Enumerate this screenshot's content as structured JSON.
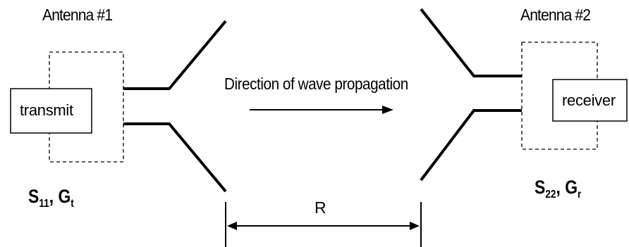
{
  "antenna1": {
    "title": "Antenna #1",
    "box_label": "transmit",
    "param": {
      "s": "S",
      "s_sub": "11",
      "sep": ", G",
      "g_sub": "t"
    }
  },
  "antenna2": {
    "title": "Antenna #2",
    "box_label": "receiver",
    "param": {
      "s": "S",
      "s_sub": "22",
      "sep": ", G",
      "g_sub": "r"
    }
  },
  "propagation_label": "Direction of wave propagation",
  "distance_label": "R",
  "colors": {
    "line": "#000000",
    "background": "#ffffff"
  }
}
